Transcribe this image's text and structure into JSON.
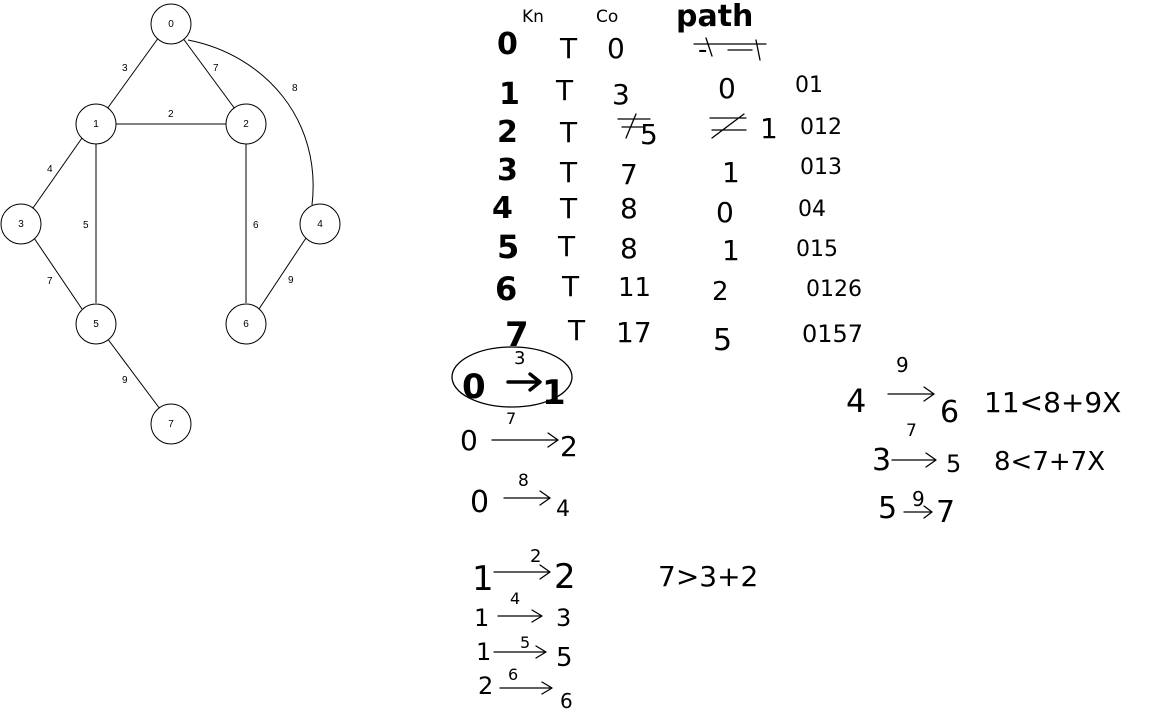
{
  "graph": {
    "nodes": [
      {
        "id": "0",
        "label": "0"
      },
      {
        "id": "1",
        "label": "1"
      },
      {
        "id": "2",
        "label": "2"
      },
      {
        "id": "3",
        "label": "3"
      },
      {
        "id": "4",
        "label": "4"
      },
      {
        "id": "5",
        "label": "5"
      },
      {
        "id": "6",
        "label": "6"
      },
      {
        "id": "7",
        "label": "7"
      }
    ],
    "edges": [
      {
        "from": "0",
        "to": "1",
        "weight": "3"
      },
      {
        "from": "0",
        "to": "2",
        "weight": "7"
      },
      {
        "from": "0",
        "to": "4",
        "weight": "8"
      },
      {
        "from": "1",
        "to": "2",
        "weight": "2"
      },
      {
        "from": "1",
        "to": "3",
        "weight": "4"
      },
      {
        "from": "1",
        "to": "5",
        "weight": "5"
      },
      {
        "from": "2",
        "to": "6",
        "weight": "6"
      },
      {
        "from": "3",
        "to": "5",
        "weight": "7"
      },
      {
        "from": "4",
        "to": "6",
        "weight": "9"
      },
      {
        "from": "5",
        "to": "7",
        "weight": "9"
      }
    ]
  },
  "notes": {
    "headers": {
      "kn": "Kn",
      "co": "Co",
      "path": "path"
    },
    "rows": [
      {
        "v": "0",
        "kn": "T",
        "co": "0",
        "pv": "-",
        "path": ""
      },
      {
        "v": "1",
        "kn": "T",
        "co": "3",
        "pv": "0",
        "path": "01"
      },
      {
        "v": "2",
        "kn": "T",
        "co": "5",
        "pv": "1",
        "path": "012"
      },
      {
        "v": "3",
        "kn": "T",
        "co": "7",
        "pv": "1",
        "path": "013"
      },
      {
        "v": "4",
        "kn": "T",
        "co": "8",
        "pv": "0",
        "path": "04"
      },
      {
        "v": "5",
        "kn": "T",
        "co": "8",
        "pv": "1",
        "path": "015"
      },
      {
        "v": "6",
        "kn": "T",
        "co": "11",
        "pv": "2",
        "path": "0126"
      },
      {
        "v": "7",
        "kn": "T",
        "co": "17",
        "pv": "5",
        "path": "0157"
      }
    ],
    "relaxations": [
      {
        "from": "0",
        "w": "3",
        "to": "1"
      },
      {
        "from": "0",
        "w": "7",
        "to": "2"
      },
      {
        "from": "0",
        "w": "8",
        "to": "4"
      },
      {
        "from": "1",
        "w": "2",
        "to": "2"
      },
      {
        "from": "1",
        "w": "4",
        "to": "3"
      },
      {
        "from": "1",
        "w": "5",
        "to": "5"
      },
      {
        "from": "2",
        "w": "6",
        "to": "6"
      }
    ],
    "compare_1": "7>3+2",
    "side": [
      {
        "from": "4",
        "w": "9",
        "to": "6",
        "note": "11<8+9X"
      },
      {
        "from": "3",
        "w": "7",
        "to": "5",
        "note": "8<7+7X"
      },
      {
        "from": "5",
        "w": "9",
        "to": "7",
        "note": ""
      }
    ]
  }
}
